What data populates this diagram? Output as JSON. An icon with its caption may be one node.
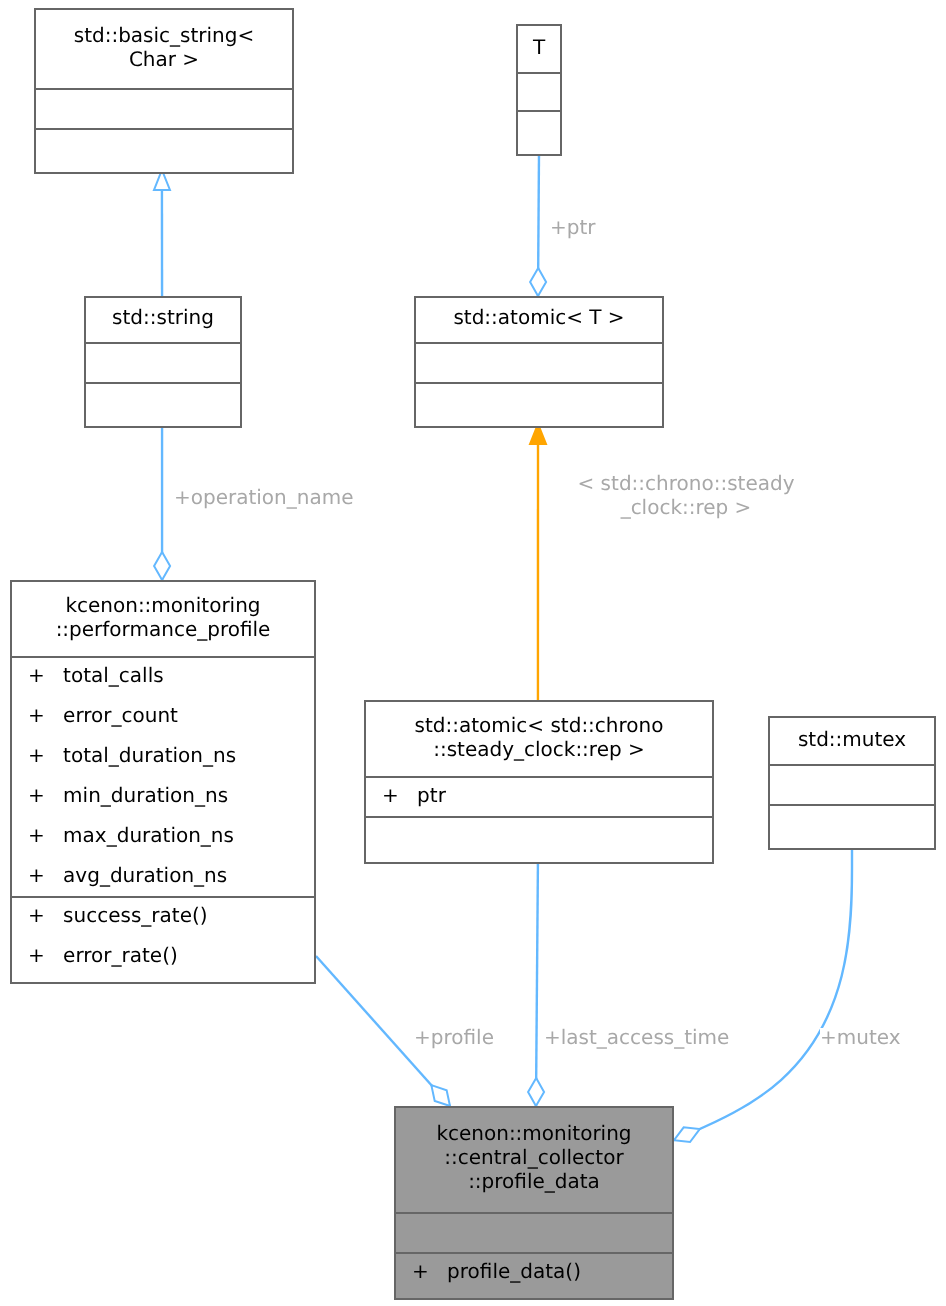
{
  "diagram": {
    "nodes": [
      {
        "text": [
          "std::basic_string< Char >"
        ]
      },
      {
        "text": [
          "std::string"
        ]
      },
      {
        "text": [
          "T"
        ]
      },
      {
        "text": [
          "std::atomic< T >"
        ]
      },
      {
        "text": [
          "kcenon::monitoring ::performance_profile",
          "+ total_calls",
          "+ error_count",
          "+ total_duration_ns",
          "+ min_duration_ns",
          "+ max_duration_ns",
          "+ avg_duration_ns",
          "+ success_rate()",
          "+ error_rate()"
        ]
      },
      {
        "text": [
          "std::atomic< std::chrono ::steady_clock::rep >",
          "+ ptr"
        ]
      },
      {
        "text": [
          "std::mutex"
        ]
      },
      {
        "text": [
          "kcenon::monitoring ::central_collector ::profile_data",
          "+ profile_data()"
        ]
      }
    ],
    "edges": [
      {
        "from": 1,
        "to": 0,
        "arrow": "to"
      },
      {
        "from": 2,
        "to": 3,
        "arrow": "other",
        "label": "+ptr"
      },
      {
        "from": 1,
        "to": 4,
        "arrow": "other",
        "label": "+operation_name"
      },
      {
        "from": 5,
        "to": 3,
        "arrow": "to",
        "label": "< std::chrono::steady _clock::rep >",
        "color": "#ffa500"
      },
      {
        "from": 4,
        "to": 7,
        "arrow": "other",
        "label": "+profile"
      },
      {
        "from": 5,
        "to": 7,
        "arrow": "other",
        "label": "+last_access_time"
      },
      {
        "from": 6,
        "to": 7,
        "arrow": "other",
        "label": "+mutex"
      }
    ]
  }
}
